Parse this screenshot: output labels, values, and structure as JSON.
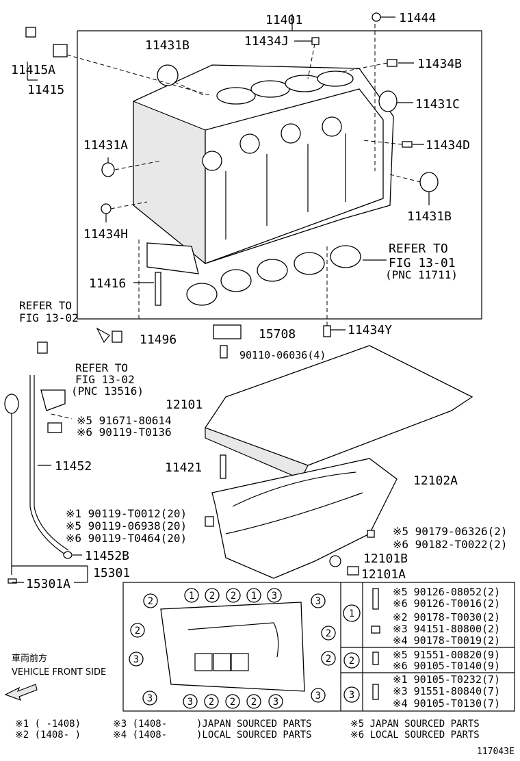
{
  "labels": {
    "p11401": "11401",
    "p11444": "11444",
    "p11431B_top": "11431B",
    "p11434J": "11434J",
    "p11415A": "11415A",
    "p11415": "11415",
    "p11434B": "11434B",
    "p11431C": "11431C",
    "p11431A": "11431A",
    "p11434D": "11434D",
    "p11431B_right": "11431B",
    "p11434H": "11434H",
    "p11416": "11416",
    "p11434Y": "11434Y",
    "p15708": "15708",
    "p90110": "90110-06036(4)",
    "p11496": "11496",
    "p12101": "12101",
    "p11421": "11421",
    "p12102A": "12102A",
    "p11452": "11452",
    "p11452B": "11452B",
    "p15301": "15301",
    "p15301A": "15301A",
    "p12101B": "12101B",
    "p12101A": "12101A",
    "refer_1301_a": "REFER TO",
    "refer_1301_b": "FIG 13-01",
    "refer_1301_c": "(PNC 11711)",
    "refer_1302_a": "REFER TO",
    "refer_1302_b": "FIG 13-02",
    "refer_13516_a": "REFER TO",
    "refer_13516_b": "FIG 13-02",
    "refer_13516_c": "(PNC 13516)",
    "dipstick_bolt_1": "※5 91671-80614",
    "dipstick_bolt_2": "※6 90119-T0136",
    "pan_bolts_1": "※1 90119-T0012(20)",
    "pan_bolts_2": "※5 90119-06938(20)",
    "pan_bolts_3": "※6 90119-T0464(20)",
    "drain_nut_1": "※5  90179-06326(2)",
    "drain_nut_2": "※6  90182-T0022(2)"
  },
  "legend": {
    "groups": [
      {
        "num": "1",
        "parts": [
          "※5 90126-08052(2)",
          "※6 90126-T0016(2)",
          "※2 90178-T0030(2)",
          "※3 94151-80800(2)",
          "※4 90178-T0019(2)"
        ]
      },
      {
        "num": "2",
        "parts": [
          "※5 91551-00820(9)",
          "※6 90105-T0140(9)"
        ]
      },
      {
        "num": "3",
        "parts": [
          "※1 90105-T0232(7)",
          "※3 91551-80840(7)",
          "※4 90105-T0130(7)"
        ]
      }
    ],
    "vehicle_jp": "車両前方",
    "vehicle_en": "VEHICLE FRONT SIDE"
  },
  "footnotes": {
    "n1": "※1 (      -1408)",
    "n2": "※2 (1408-      )",
    "n3": "※3 (1408-",
    "n4": "※4 (1408-",
    "j": ")JAPAN SOURCED PARTS",
    "l": ")LOCAL SOURCED PARTS",
    "n5": "※5 JAPAN SOURCED PARTS",
    "n6": "※6 LOCAL SOURCED PARTS"
  },
  "figure_id": "117043E"
}
